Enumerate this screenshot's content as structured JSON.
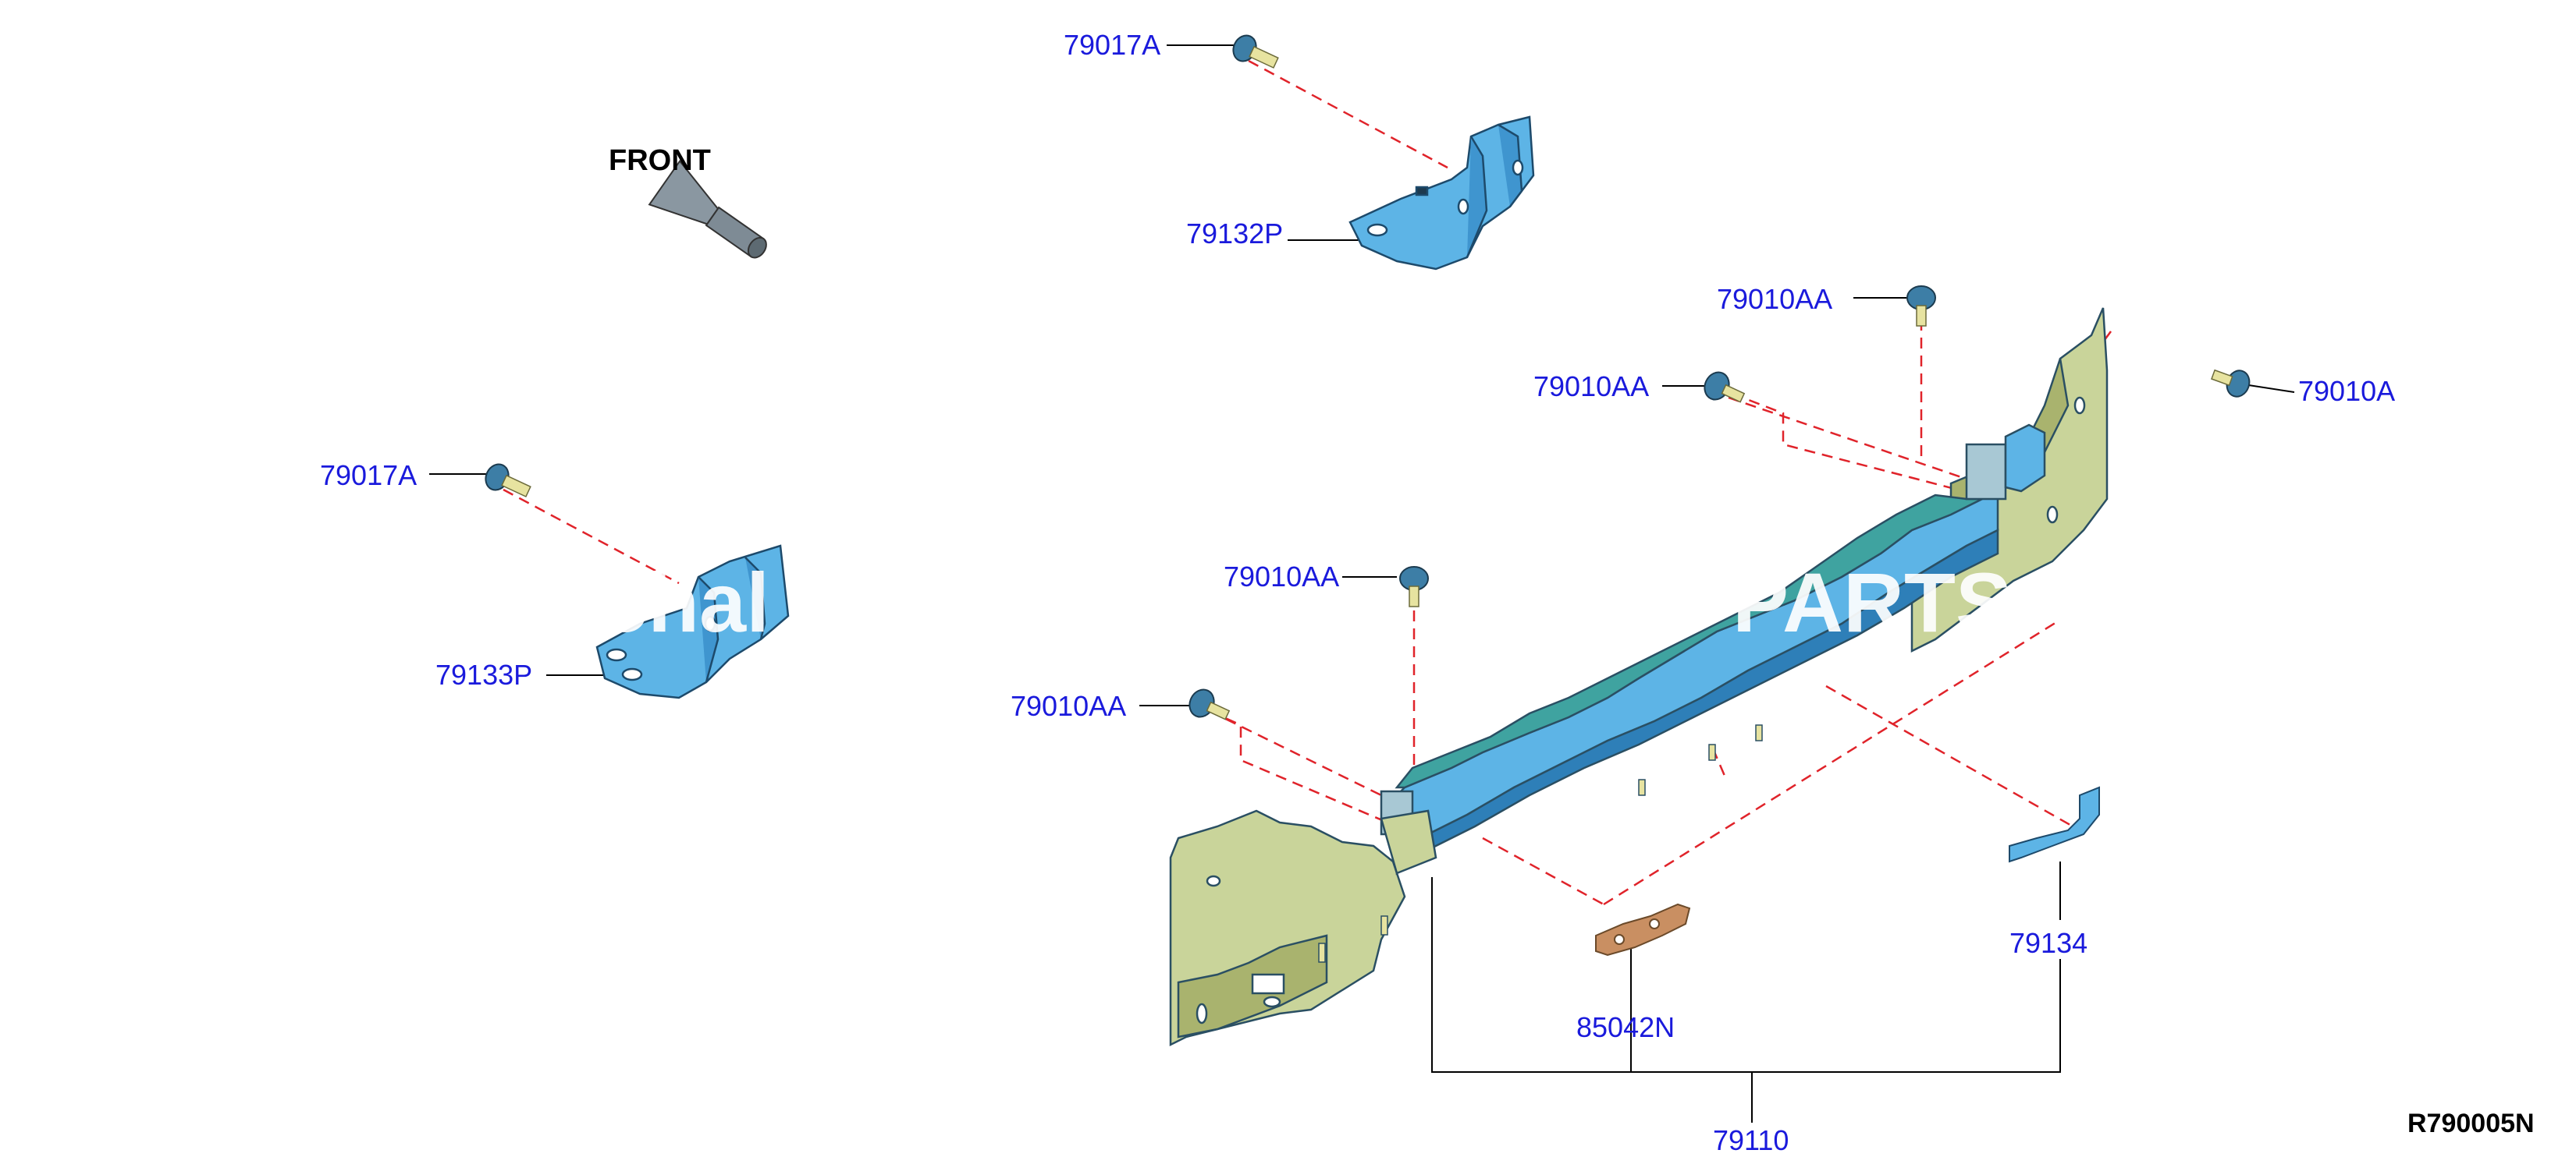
{
  "colors": {
    "callout_text": "#1a1adc",
    "leader": "#000000",
    "dashed": "#e0232a",
    "part_blue": "#5db4e6",
    "part_blue_dark": "#2e7fb8",
    "part_green": "#c9d49a",
    "part_olive": "#a9b36e",
    "watermark": "#ffffff"
  },
  "orientation": {
    "label": "FRONT",
    "icon": "front-arrow-icon"
  },
  "callouts": {
    "bolt_79017a_top": "79017A",
    "bracket_79132p": "79132P",
    "bolt_79010aa_top": "79010AA",
    "bolt_79010aa_upper_left": "79010AA",
    "bolt_79010a_right": "79010A",
    "bolt_79017a_left": "79017A",
    "bracket_79133p": "79133P",
    "bolt_79010aa_mid": "79010AA",
    "bolt_79010aa_lower_left": "79010AA",
    "reinforcement_79134": "79134",
    "clip_85042n": "85042N",
    "assembly_79110": "79110"
  },
  "diagram_code": "R790005N",
  "watermark": {
    "left": "chal",
    "right": "PARTS"
  }
}
